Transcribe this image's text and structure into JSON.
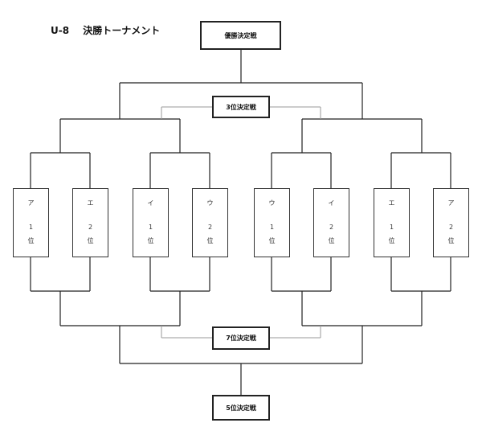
{
  "title": {
    "code": "U-8",
    "text": "決勝トーナメント"
  },
  "matches": {
    "final": "優勝決定戦",
    "third": "3位決定戦",
    "seventh": "7位決定戦",
    "fifth": "5位決定戦"
  },
  "teams": [
    {
      "name": "ア",
      "rank": "1",
      "pos": "位"
    },
    {
      "name": "エ",
      "rank": "2",
      "pos": "位"
    },
    {
      "name": "イ",
      "rank": "1",
      "pos": "位"
    },
    {
      "name": "ウ",
      "rank": "2",
      "pos": "位"
    },
    {
      "name": "ウ",
      "rank": "1",
      "pos": "位"
    },
    {
      "name": "イ",
      "rank": "2",
      "pos": "位"
    },
    {
      "name": "エ",
      "rank": "1",
      "pos": "位"
    },
    {
      "name": "ア",
      "rank": "2",
      "pos": "位"
    }
  ]
}
